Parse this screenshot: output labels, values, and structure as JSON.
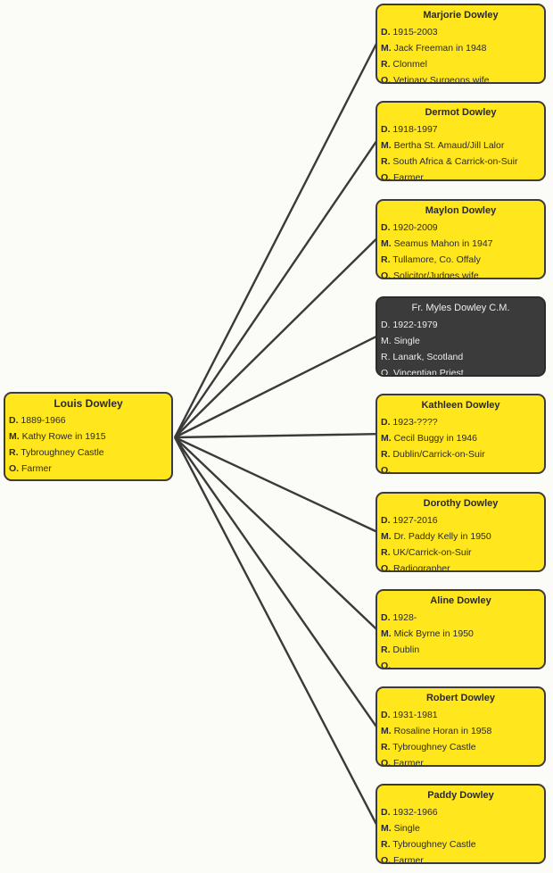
{
  "root": {
    "name": "Louis Dowley",
    "rows": [
      {
        "key": "D.",
        "value": "1889-1966"
      },
      {
        "key": "M.",
        "value": "Kathy Rowe in 1915"
      },
      {
        "key": "R.",
        "value": "Tybroughney Castle"
      },
      {
        "key": "O.",
        "value": "Farmer"
      }
    ]
  },
  "children": [
    {
      "name": "Marjorie Dowley",
      "rows": [
        {
          "key": "D.",
          "value": "1915-2003"
        },
        {
          "key": "M.",
          "value": "Jack Freeman in 1948"
        },
        {
          "key": "R.",
          "value": "Clonmel"
        },
        {
          "key": "O.",
          "value": "Vetinary Surgeons wife"
        }
      ]
    },
    {
      "name": "Dermot Dowley",
      "rows": [
        {
          "key": "D.",
          "value": "1918-1997"
        },
        {
          "key": "M.",
          "value": "Bertha St. Amaud/Jill Lalor"
        },
        {
          "key": "R.",
          "value": "South Africa & Carrick-on-Suir"
        },
        {
          "key": "O.",
          "value": "Farmer"
        }
      ]
    },
    {
      "name": "Maylon Dowley",
      "rows": [
        {
          "key": "D.",
          "value": "1920-2009"
        },
        {
          "key": "M.",
          "value": "Seamus Mahon in  1947"
        },
        {
          "key": "R.",
          "value": "Tullamore, Co. Offaly"
        },
        {
          "key": "O.",
          "value": "Solicitor/Judges wife"
        }
      ]
    },
    {
      "name": "Fr. Myles Dowley C.M.",
      "dark": true,
      "rows": [
        {
          "key": "D.",
          "value": "1922-1979"
        },
        {
          "key": "M.",
          "value": "Single"
        },
        {
          "key": "R.",
          "value": "Lanark, Scotland"
        },
        {
          "key": "O.",
          "value": "Vincentian Priest"
        }
      ]
    },
    {
      "name": "Kathleen Dowley",
      "rows": [
        {
          "key": "D.",
          "value": "1923-????"
        },
        {
          "key": "M.",
          "value": "Cecil Buggy in 1946"
        },
        {
          "key": "R.",
          "value": "Dublin/Carrick-on-Suir"
        },
        {
          "key": "O.",
          "value": ""
        }
      ]
    },
    {
      "name": "Dorothy Dowley",
      "rows": [
        {
          "key": "D.",
          "value": "1927-2016"
        },
        {
          "key": "M.",
          "value": "Dr. Paddy Kelly in 1950"
        },
        {
          "key": "R.",
          "value": "UK/Carrick-on-Suir"
        },
        {
          "key": "O.",
          "value": "Radiographer"
        }
      ]
    },
    {
      "name": "Aline Dowley",
      "rows": [
        {
          "key": "D.",
          "value": "1928-"
        },
        {
          "key": "M.",
          "value": "Mick Byrne in 1950"
        },
        {
          "key": "R.",
          "value": "Dublin"
        },
        {
          "key": "O.",
          "value": ""
        }
      ]
    },
    {
      "name": "Robert Dowley",
      "rows": [
        {
          "key": "D.",
          "value": "1931-1981"
        },
        {
          "key": "M.",
          "value": "Rosaline Horan in 1958"
        },
        {
          "key": "R.",
          "value": "Tybroughney Castle"
        },
        {
          "key": "O.",
          "value": "Farmer"
        }
      ]
    },
    {
      "name": "Paddy Dowley",
      "rows": [
        {
          "key": "D.",
          "value": "1932-1966"
        },
        {
          "key": "M.",
          "value": "Single"
        },
        {
          "key": "R.",
          "value": "Tybroughney Castle"
        },
        {
          "key": "O.",
          "value": "Farmer"
        }
      ]
    }
  ],
  "colors": {
    "card": "#ffe61d",
    "dark_card": "#3b3b3b",
    "connector": "#3a3a3a"
  }
}
